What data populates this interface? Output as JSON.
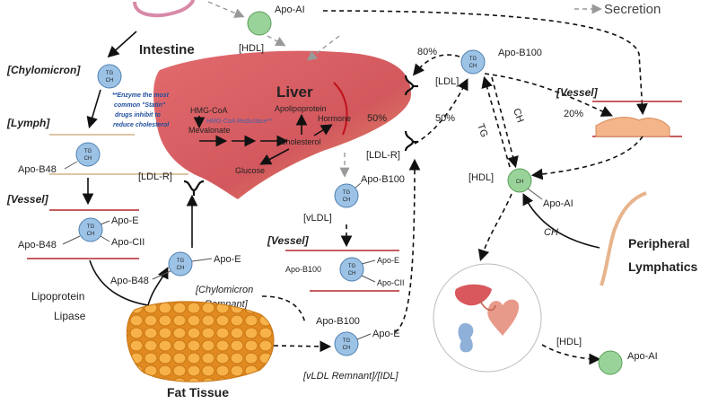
{
  "legend": {
    "secretion": "Secretion"
  },
  "organs": {
    "intestine": "Intestine",
    "liver": "Liver",
    "fat_tissue": "Fat Tissue",
    "peripheral": "Peripheral",
    "lymphatics": "Lymphatics"
  },
  "particles": {
    "chylomicron": "[Chylomicron]",
    "lymph": "[Lymph]",
    "vessel": "[Vessel]",
    "hdl": "[HDL]",
    "ldl": "[LDL]",
    "ldl_r": "[LDL-R]",
    "vldl": "[vLDL]",
    "chylomicron_remnant_1": "[Chylomicron",
    "chylomicron_remnant_2": "Remnant]",
    "vldl_remnant": "[vLDL Remnant]/[IDL]"
  },
  "core": {
    "tg": "TG",
    "ch": "CH"
  },
  "apos": {
    "apo_ai": "Apo-AI",
    "apo_b48": "Apo-B48",
    "apo_b100": "Apo-B100",
    "apo_e": "Apo-E",
    "apo_cii": "Apo-CII"
  },
  "liver_labels": {
    "hmg_coa": "HMG-CoA",
    "reductase": "HMG-CoA Reductase**",
    "mevalonate": "Mevalonate",
    "apolipoprotein": "Apolipoprotein",
    "hormone": "Hormone",
    "cholesterol": "Cholesterol",
    "glucose": "Glucose"
  },
  "note": {
    "line1": "**Enzyme the most",
    "line2": "common \"Statin\"",
    "line3": "drugs inhibit to",
    "line4": "reduce cholesterol"
  },
  "percents": {
    "p80": "80%",
    "p50a": "50%",
    "p50b": "50%",
    "p20": "20%"
  },
  "misc": {
    "lipoprotein": "Lipoprotein",
    "lipase": "Lipase",
    "tg_label": "TG",
    "ch_label": "CH"
  },
  "colors": {
    "liver": "#d2585d",
    "fat": "#f2a640",
    "hdl": "#9ad39a",
    "particle": "#9cc3e6",
    "vessel": "#b4282c"
  }
}
